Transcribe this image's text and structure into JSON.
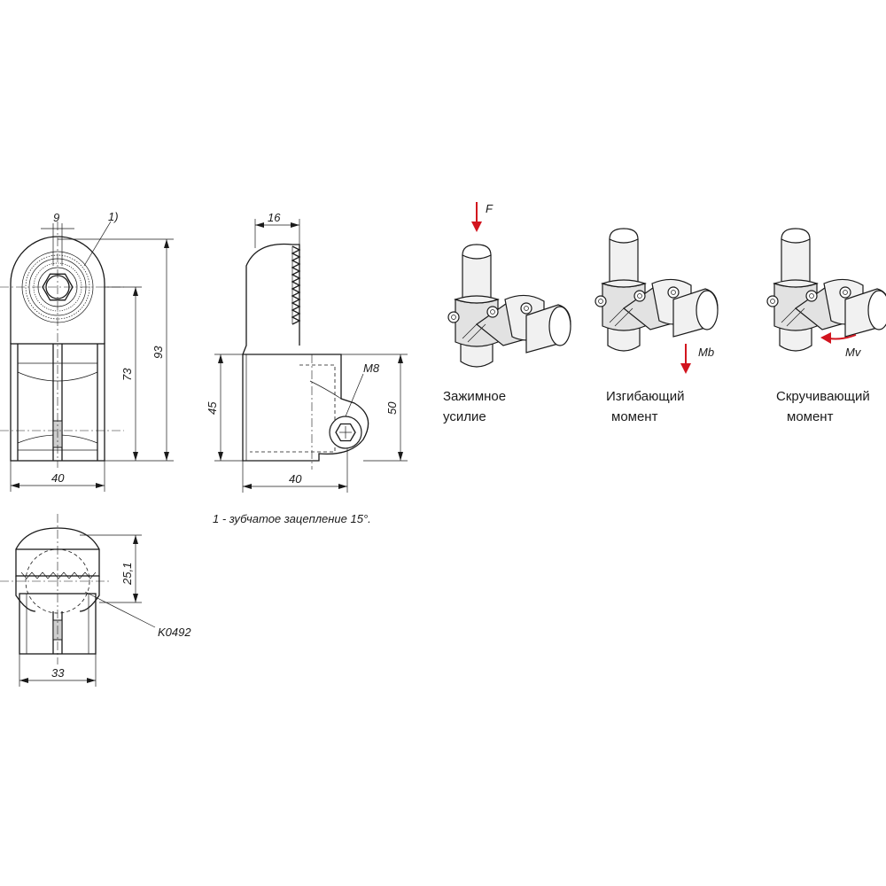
{
  "dimensions": {
    "front_width": "40",
    "front_slot": "9",
    "front_height_total": "93",
    "front_height_lower": "73",
    "side_top_width": "16",
    "side_height_45": "45",
    "side_height_50": "50",
    "side_width": "40",
    "thread": "M8",
    "bottom_width": "33",
    "bottom_height": "25,1",
    "note_marker": "1)",
    "part_code": "K0492"
  },
  "note": "1 - зубчатое зацепление 15°.",
  "load_cases": [
    {
      "arrow_label": "F",
      "caption_line1": "Зажимное",
      "caption_line2": "усилие"
    },
    {
      "arrow_label": "Mb",
      "caption_line1": "Изгибающий",
      "caption_line2": "момент"
    },
    {
      "arrow_label": "Mv",
      "caption_line1": "Скручивающий",
      "caption_line2": "момент"
    }
  ],
  "colors": {
    "line": "#1a1a1a",
    "arrow": "#d2141e",
    "fill": "#f1f1f1"
  }
}
